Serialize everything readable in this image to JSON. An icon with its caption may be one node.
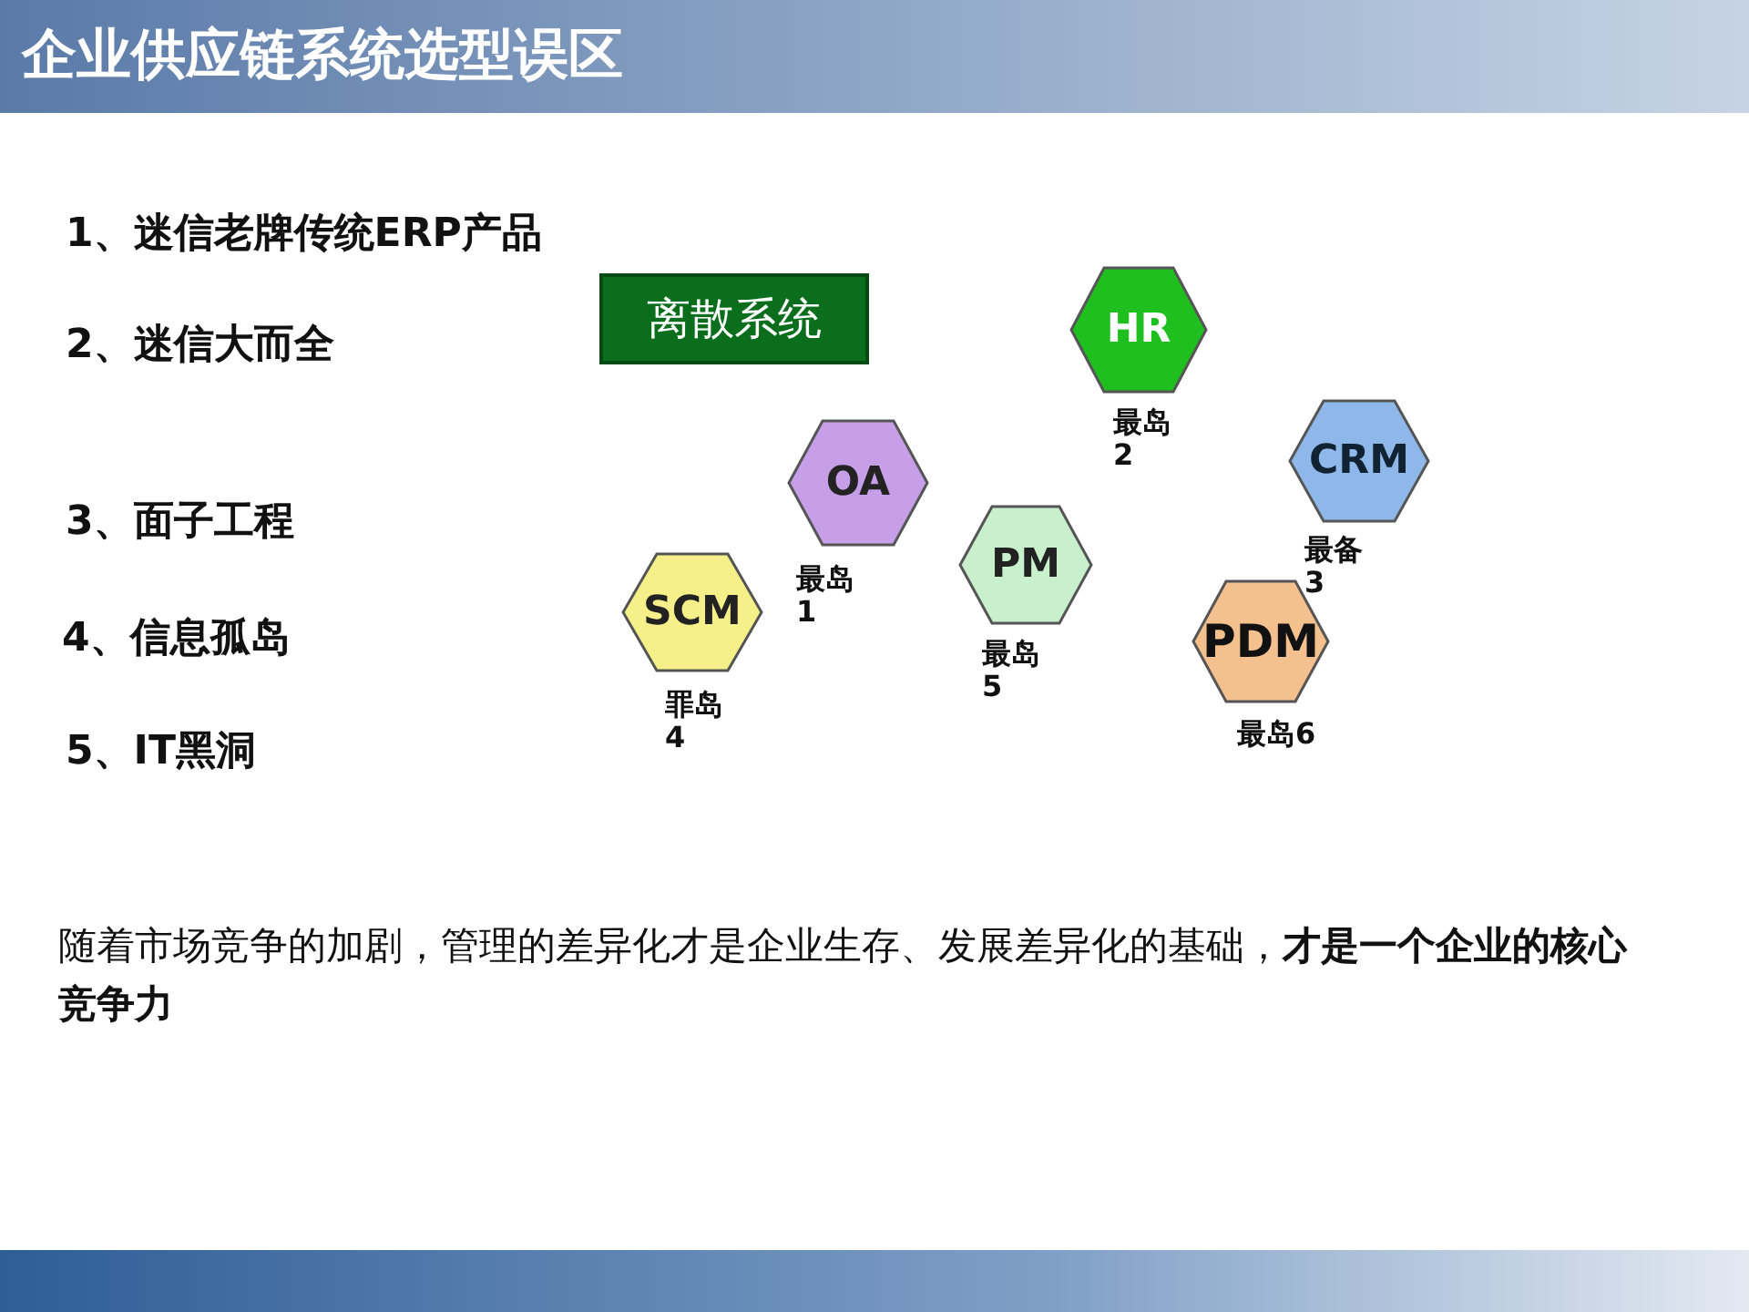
{
  "diagram": {
    "title": "企业供应链系统选型误区",
    "nodes": [
      {
        "text": [
          "离散系统"
        ]
      },
      {
        "text": [
          "HR"
        ],
        "beside": [
          "最岛2"
        ]
      },
      {
        "text": [
          "CRM"
        ],
        "beside": [
          "最备3"
        ]
      },
      {
        "text": [
          "OA"
        ],
        "beside": [
          "最岛1"
        ]
      },
      {
        "text": [
          "PM"
        ],
        "beside": [
          "最岛5"
        ]
      },
      {
        "text": [
          "SCM"
        ],
        "beside": [
          "罪岛4"
        ]
      },
      {
        "text": [
          "PDM"
        ],
        "beside": [
          "最岛6"
        ]
      }
    ],
    "labels": [
      "1、迷信老牌传统ERP产品",
      "2、迷信大而全",
      "3、面子工程",
      "4、信息孤岛",
      "5、IT黑洞",
      "随着市场竞争的加剧，管理的差异化才是企业生存、发展差异化的基础，**才是一个企业的核心竞争力**"
    ]
  }
}
